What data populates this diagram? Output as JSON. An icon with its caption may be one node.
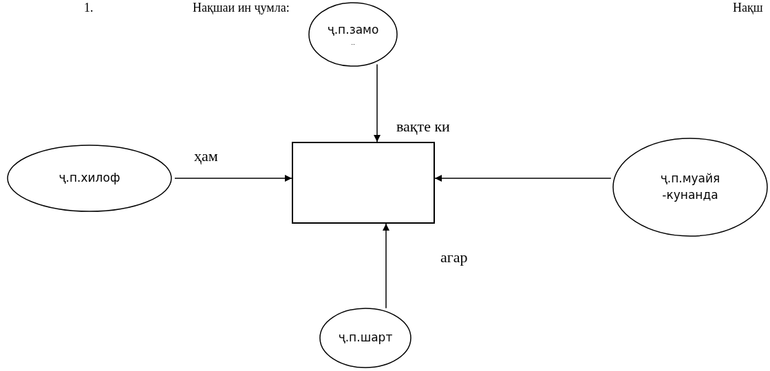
{
  "diagram": {
    "nodes": [
      {
        "text": [
          "ҷ.п.замо",
          ".."
        ]
      },
      {
        "text": [
          "ҷ.п.хилоф"
        ]
      },
      {
        "text": [],
        "shape": "box"
      },
      {
        "text": [
          "ҷ.п.муайя -кунанда"
        ]
      },
      {
        "text": [
          "ҷ.п.шарт"
        ]
      }
    ],
    "edges": [
      {
        "from": 0,
        "to": 2,
        "arrow": "to",
        "label": "вақте ки"
      },
      {
        "from": 1,
        "to": 2,
        "arrow": "to",
        "label": "ҳам"
      },
      {
        "from": 3,
        "to": 2,
        "arrow": "to"
      },
      {
        "from": 4,
        "to": 2,
        "arrow": "to",
        "label": "агар"
      }
    ],
    "labels": [
      "1.",
      "Нақшаи ин ҷумла:",
      "Нақш"
    ]
  }
}
